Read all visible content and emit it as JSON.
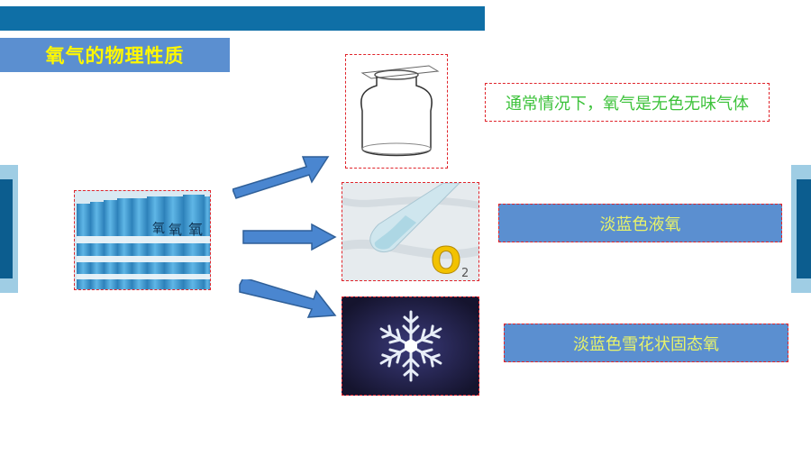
{
  "header": {
    "title": "氧气的物理性质"
  },
  "labels": {
    "gas": "通常情况下，氧气是无色无味气体",
    "liquid": "淡蓝色液氧",
    "solid": "淡蓝色雪花状固态氧"
  },
  "images": {
    "cylinder_text": "氧",
    "o2_main": "O",
    "o2_sub": "2"
  },
  "colors": {
    "top_bar": "#0f6fa6",
    "title_bg": "#5b8fd0",
    "title_text": "#fff700",
    "label_bg": "#5b8fd0",
    "label_text": "#e8f36a",
    "gas_label_text": "#3cc23a",
    "dashed_border": "#e0242b",
    "arrow_fill": "#4a86d0"
  }
}
